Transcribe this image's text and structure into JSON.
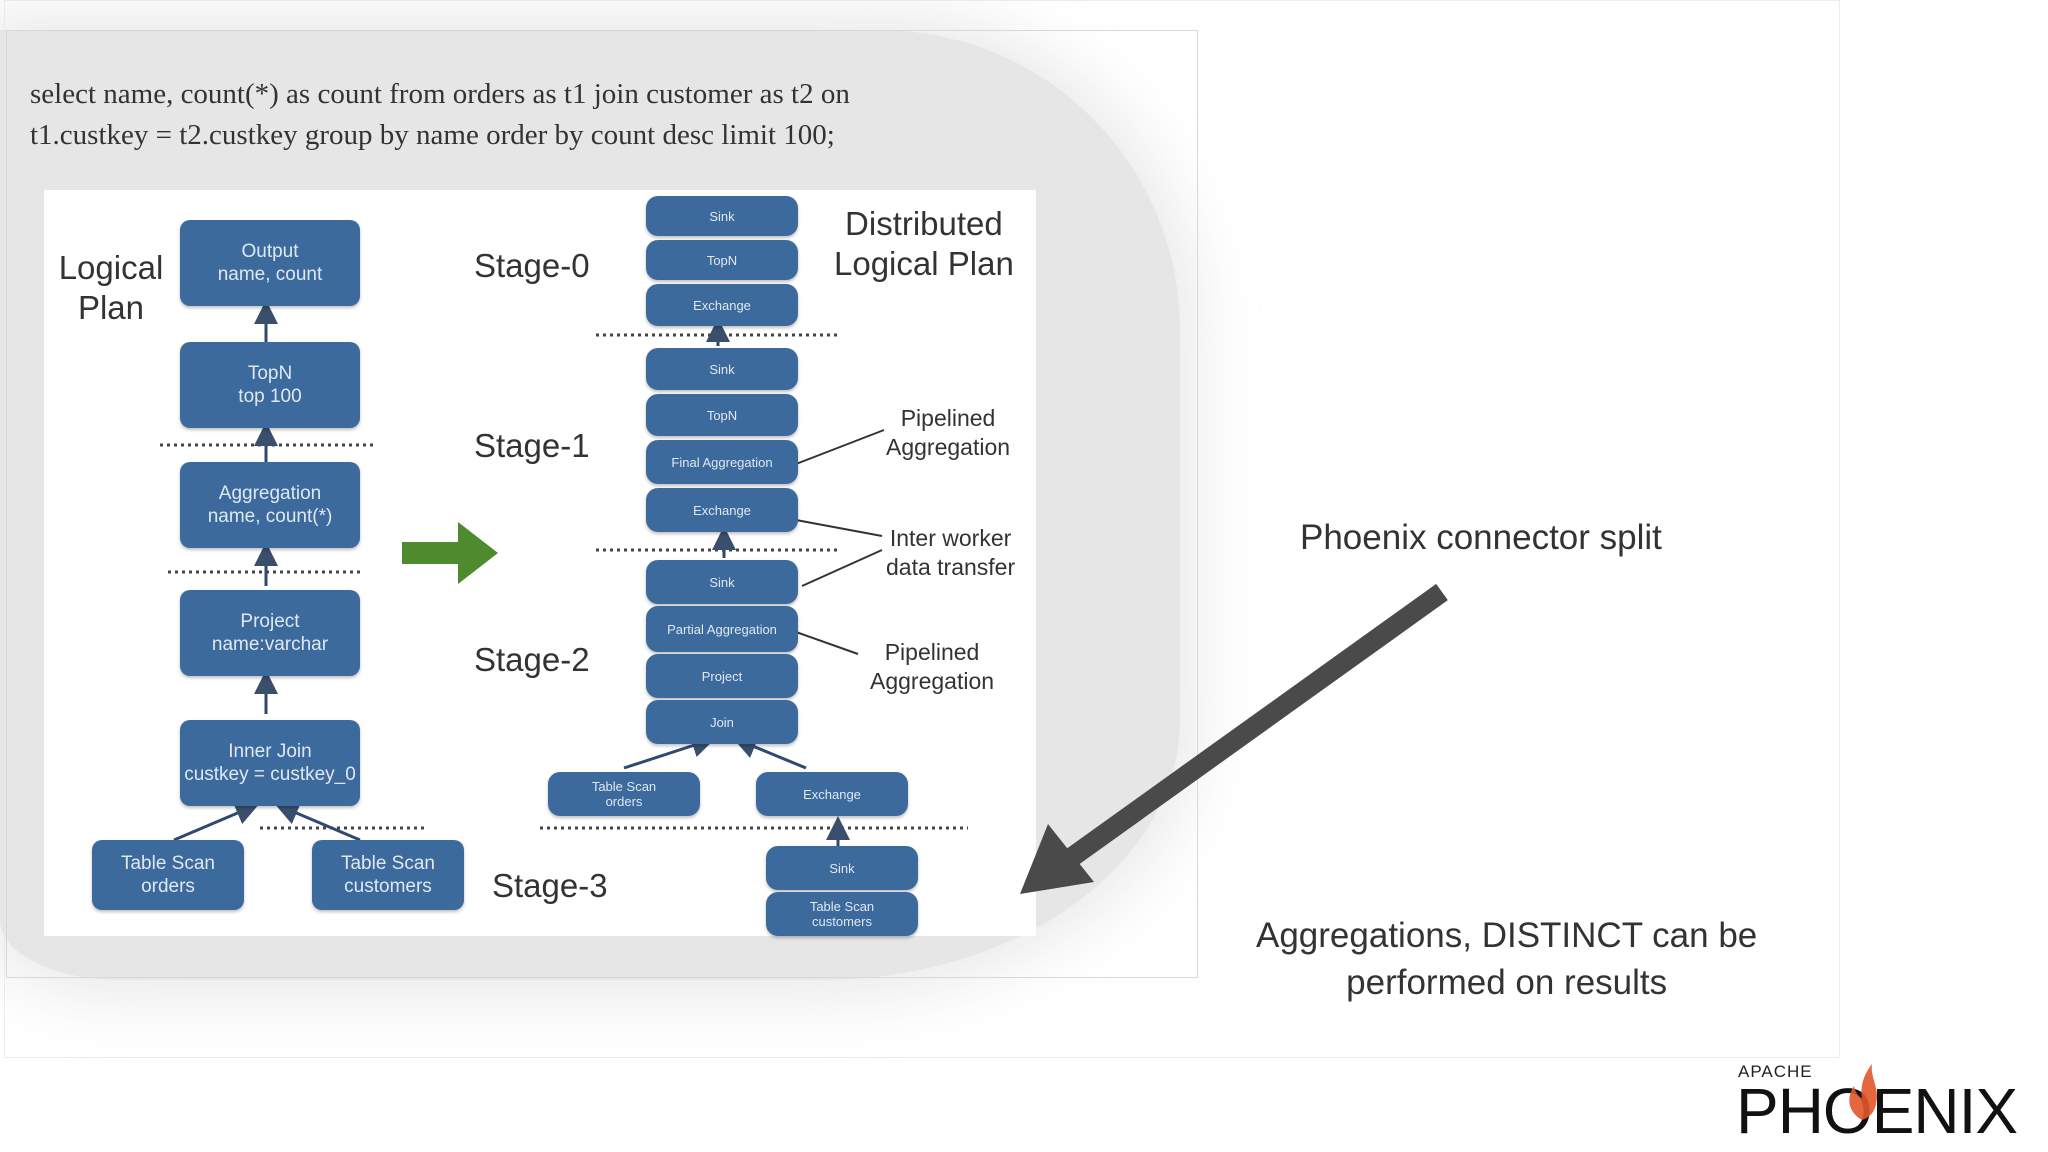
{
  "sql": "select name, count(*) as count from orders as t1 join customer as t2 on\nt1.custkey = t2.custkey group by name order by count desc limit 100;",
  "logical_plan": {
    "title": "Logical\nPlan",
    "nodes": {
      "output": "Output\nname, count",
      "topn": "TopN\ntop 100",
      "aggregation": "Aggregation\nname, count(*)",
      "project": "Project\nname:varchar",
      "join": "Inner Join\ncustkey = custkey_0",
      "scan_orders": "Table Scan\norders",
      "scan_customers": "Table Scan\ncustomers"
    }
  },
  "stages": {
    "stage0": "Stage-0",
    "stage1": "Stage-1",
    "stage2": "Stage-2",
    "stage3": "Stage-3"
  },
  "distributed_plan": {
    "title": "Distributed\nLogical Plan",
    "stage0_nodes": [
      "Sink",
      "TopN",
      "Exchange"
    ],
    "stage1_nodes": [
      "Sink",
      "TopN",
      "Final Aggregation",
      "Exchange"
    ],
    "stage2_nodes": [
      "Sink",
      "Partial Aggregation",
      "Project",
      "Join"
    ],
    "scan_orders": "Table Scan\norders",
    "exchange": "Exchange",
    "stage3_nodes": [
      "Sink",
      "Table Scan\ncustomers"
    ]
  },
  "annotations": {
    "pipelined_1": "Pipelined\nAggregation",
    "inter_worker": "Inter worker\ndata transfer",
    "pipelined_2": "Pipelined\nAggregation"
  },
  "callouts": {
    "connector_split": "Phoenix connector split",
    "aggregations": "Aggregations, DISTINCT can be\nperformed on results"
  },
  "logo": {
    "apache": "APACHE",
    "name": "PHOENIX"
  },
  "colors": {
    "node": "#3d6a9c",
    "arrow_green": "#4e8a2e",
    "big_arrow": "#4a4a4a"
  }
}
